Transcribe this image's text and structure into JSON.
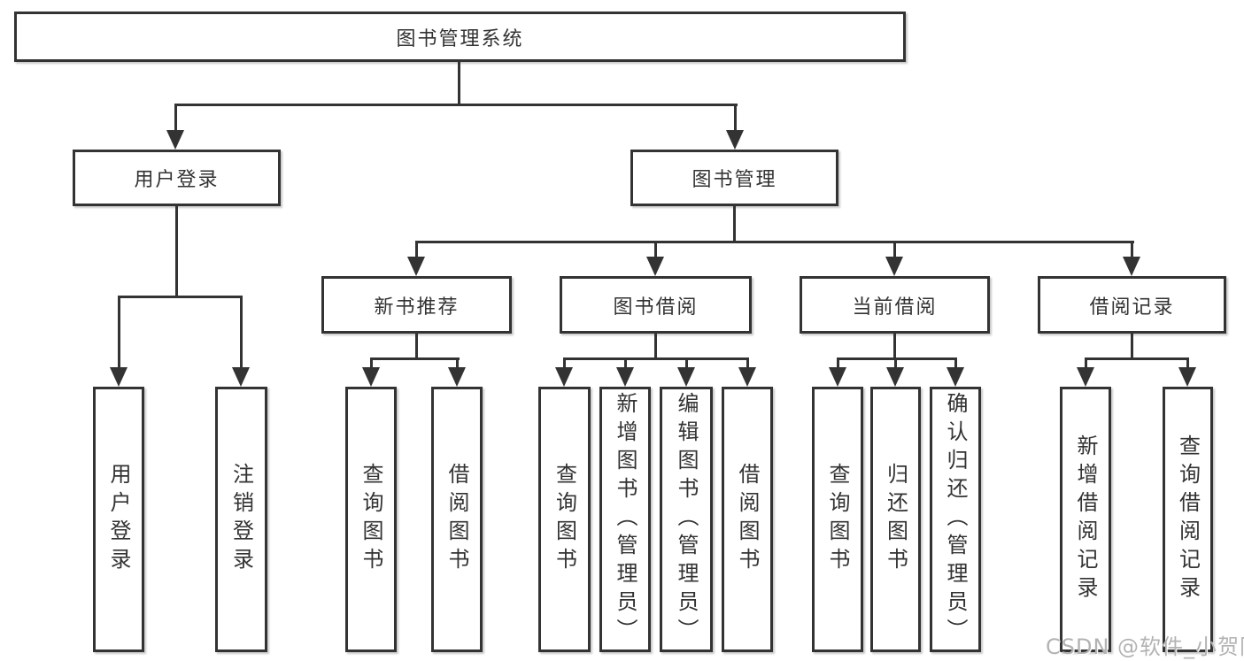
{
  "diagram": {
    "title": "图书管理系统",
    "level2": [
      {
        "label": "用户登录"
      },
      {
        "label": "图书管理"
      }
    ],
    "level3": [
      {
        "label": "新书推荐"
      },
      {
        "label": "图书借阅"
      },
      {
        "label": "当前借阅"
      },
      {
        "label": "借阅记录"
      }
    ],
    "leaves": [
      {
        "label": "用户登录"
      },
      {
        "label": "注销登录"
      },
      {
        "label": "查询图书"
      },
      {
        "label": "借阅图书"
      },
      {
        "label": "查询图书"
      },
      {
        "label": "新增图书（管理员）"
      },
      {
        "label": "编辑图书（管理员）"
      },
      {
        "label": "借阅图书"
      },
      {
        "label": "查询图书"
      },
      {
        "label": "归还图书"
      },
      {
        "label": "确认归还（管理员）"
      },
      {
        "label": "新增借阅记录"
      },
      {
        "label": "查询借阅记录"
      }
    ]
  },
  "watermark": "CSDN @软件_小贺同学",
  "colors": {
    "line": "#333333",
    "box_background": "#ffffff",
    "text": "#333333",
    "watermark_text": "#b3b3b3"
  }
}
